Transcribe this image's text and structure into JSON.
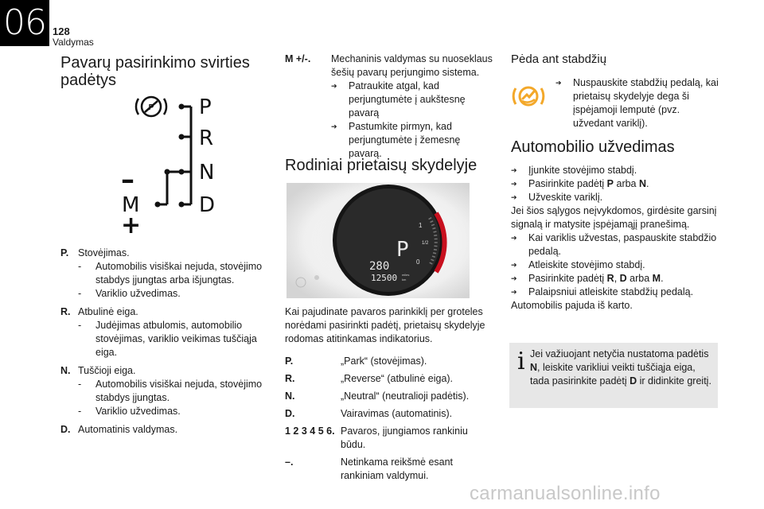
{
  "header": {
    "chapter": "06",
    "page_number": "128",
    "section": "Valdymas"
  },
  "left": {
    "title": "Pavarų pasirinkimo svirties padėtys",
    "gear_diagram": {
      "labels": [
        "P",
        "R",
        "N",
        "D",
        "–",
        "M",
        "+"
      ]
    },
    "items": [
      {
        "key": "P.",
        "text": "Stovėjimas.",
        "subs": [
          "Automobilis visiškai nejuda, stovėjimo stabdys įjungtas arba išjungtas.",
          "Variklio užvedimas."
        ]
      },
      {
        "key": "R.",
        "text": "Atbulinė eiga.",
        "subs": [
          "Judėjimas atbulomis, automobilio stovėjimas, variklio veikimas tuščiąja eiga."
        ]
      },
      {
        "key": "N.",
        "text": "Tuščioji eiga.",
        "subs": [
          "Automobilis visiškai nejuda, stovėjimo stabdys įjungtas.",
          "Variklio užvedimas."
        ]
      },
      {
        "key": "D.",
        "text": "Automatinis valdymas.",
        "subs": []
      }
    ]
  },
  "middle": {
    "manual": {
      "key": "M +/-.",
      "text": "Mechaninis valdymas su nuoseklaus šešių pavarų perjungimo sistema.",
      "bullets": [
        "Patraukite atgal, kad perjungtumėte į aukštesnę pavarą",
        "Pastumkite pirmyn, kad perjungtumėte į žemesnę pavarą."
      ]
    },
    "title": "Rodiniai prietaisų skydelyje",
    "dashboard": {
      "gear": "P",
      "speed": "280",
      "odometer": "12500",
      "odo_unit_top": "miles",
      "odo_unit_bottom": "km",
      "scale_1": "1",
      "scale_half": "1/2",
      "scale_0": "0"
    },
    "intro": "Kai pajudinate pavaros parinkiklį per groteles norėdami pasirinkti padėtį, prietaisų skydelyje rodomas atitinkamas indikatorius.",
    "list": [
      {
        "key": "P.",
        "text": "„Park“ (stovėjimas)."
      },
      {
        "key": "R.",
        "text": "„Reverse“ (atbulinė eiga)."
      },
      {
        "key": "N.",
        "text": "„Neutral“ (neutralioji padėtis)."
      },
      {
        "key": "D.",
        "text": "Vairavimas (automatinis)."
      },
      {
        "key": "1 2 3 4 5 6.",
        "text": "Pavaros, įjungiamos rankiniu būdu."
      },
      {
        "key": "–.",
        "text": "Netinkama reikšmė esant rankiniam valdymui."
      }
    ]
  },
  "right": {
    "brake_title": "Pėda ant stabdžių",
    "brake_bullet": "Nuspauskite stabdžių pedalą, kai prietaisų skydelyje dega ši įspėjamoji lemputė (pvz. užvedant variklį).",
    "start_title": "Automobilio užvedimas",
    "steps_a": [
      {
        "pre": "Įjunkite stovėjimo stabdį.",
        "b1": "",
        "mid": "",
        "b2": "",
        "post": ""
      },
      {
        "pre": "Pasirinkite padėtį ",
        "b1": "P",
        "mid": " arba ",
        "b2": "N",
        "post": "."
      },
      {
        "pre": "Užveskite variklį.",
        "b1": "",
        "mid": "",
        "b2": "",
        "post": ""
      }
    ],
    "note": "Jei šios sąlygos neįvykdomos, girdėsite garsinį signalą ir matysite įspėjamąjį pranešimą.",
    "steps_b": [
      {
        "pre": "Kai variklis užvestas, paspauskite stabdžio pedalą.",
        "b1": "",
        "mid": "",
        "b2": "",
        "mid2": "",
        "b3": "",
        "post": ""
      },
      {
        "pre": "Atleiskite stovėjimo stabdį.",
        "b1": "",
        "mid": "",
        "b2": "",
        "mid2": "",
        "b3": "",
        "post": ""
      },
      {
        "pre": "Pasirinkite padėtį ",
        "b1": "R",
        "mid": ", ",
        "b2": "D",
        "mid2": " arba ",
        "b3": "M",
        "post": "."
      },
      {
        "pre": "Palaipsniui atleiskite stabdžių pedalą.",
        "b1": "",
        "mid": "",
        "b2": "",
        "mid2": "",
        "b3": "",
        "post": ""
      }
    ],
    "closing": "Automobilis pajuda iš karto.",
    "info": {
      "icon": "i",
      "pre": "Jei važiuojant netyčia nustatoma padėtis ",
      "b1": "N",
      "mid": ", leiskite varikliui veikti tuščiąja eiga, tada pasirinkite padėtį ",
      "b2": "D",
      "post": " ir didinkite greitį."
    }
  },
  "watermark": "carmanualsonline.info",
  "colors": {
    "accent_orange": "#f3a82a",
    "tab_black": "#000000",
    "info_bg": "#e7e7e7"
  }
}
